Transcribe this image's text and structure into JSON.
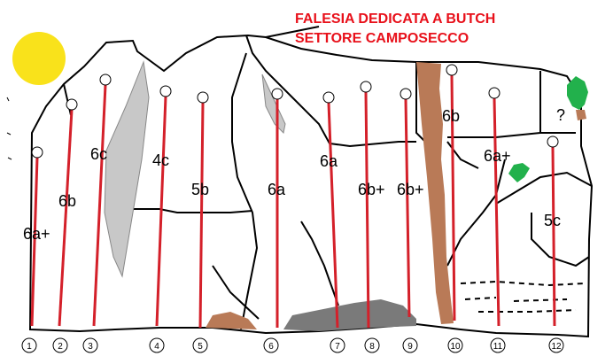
{
  "title_line1": "FALESIA DEDICATA A BUTCH",
  "title_line2": "SETTORE CAMPOSECCO",
  "unknown_mark": "?",
  "colors": {
    "route": "#d4202a",
    "sun": "#f9e21b",
    "title": "#e8101a",
    "slab": "#c8c8c8",
    "crack": "#b97a57",
    "plant": "#22b14c",
    "rock_outline": "#000000"
  },
  "routes": [
    {
      "number": "1",
      "grade": "6a+"
    },
    {
      "number": "2",
      "grade": "6b"
    },
    {
      "number": "3",
      "grade": "6c"
    },
    {
      "number": "4",
      "grade": "4c"
    },
    {
      "number": "5",
      "grade": "5b"
    },
    {
      "number": "6",
      "grade": "6a"
    },
    {
      "number": "7",
      "grade": "6a"
    },
    {
      "number": "8",
      "grade": "6b+"
    },
    {
      "number": "9",
      "grade": "6b+"
    },
    {
      "number": "10",
      "grade": "6b"
    },
    {
      "number": "11",
      "grade": "6a+"
    },
    {
      "number": "12",
      "grade": "5c"
    }
  ]
}
